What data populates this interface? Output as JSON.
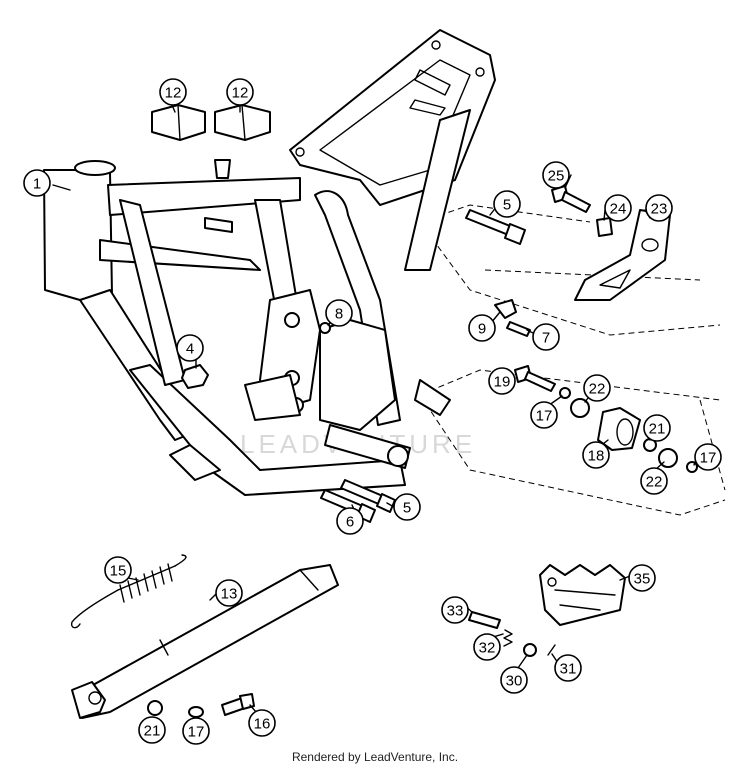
{
  "watermark": "LEADVENTURE",
  "credit": "Rendered by LeadVenture, Inc.",
  "callouts": [
    "1",
    "4",
    "5",
    "5",
    "6",
    "7",
    "8",
    "9",
    "12",
    "12",
    "13",
    "15",
    "16",
    "17",
    "17",
    "17",
    "18",
    "19",
    "21",
    "21",
    "22",
    "22",
    "23",
    "24",
    "25",
    "30",
    "31",
    "32",
    "33",
    "35"
  ]
}
